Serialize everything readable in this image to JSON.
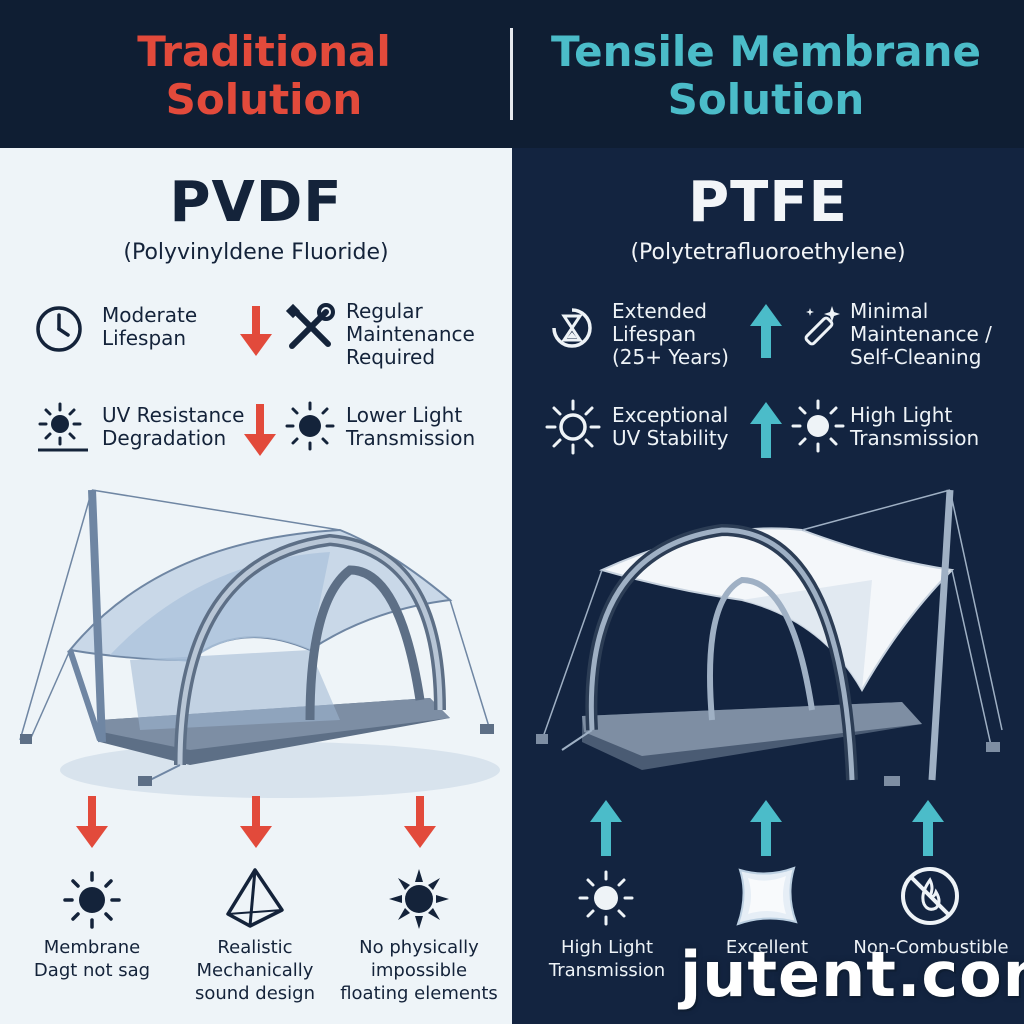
{
  "header": {
    "left_title": "Traditional\nSolution",
    "right_title": "Tensile Membrane\nSolution",
    "left_color": "#e24a3b",
    "right_color": "#4bbcc9"
  },
  "left": {
    "material": "PVDF",
    "material_full": "(Polyvinyldene Fluoride)",
    "features": [
      {
        "icon": "clock-icon",
        "text": "Moderate\nLifespan",
        "trend": "down"
      },
      {
        "icon": "wrench-screwdriver-icon",
        "text": "Regular\nMaintenance\nRequired",
        "trend": ""
      },
      {
        "icon": "uv-sun-icon",
        "text": "UV Resistance\nDegradation",
        "trend": "down"
      },
      {
        "icon": "dim-sun-icon",
        "text": "Lower Light\nTransmission",
        "trend": ""
      }
    ],
    "bottom": [
      {
        "icon": "sun-icon",
        "text": "Membrane\nDagt not sag",
        "trend": "down"
      },
      {
        "icon": "pyramid-icon",
        "text": "Realistic\nMechanically\nsound design",
        "trend": "down"
      },
      {
        "icon": "starburst-sun-icon",
        "text": "No physically\nimpossible\nfloating elements",
        "trend": "down"
      }
    ]
  },
  "right": {
    "material": "PTFE",
    "material_full": "(Polytetrafluoroethylene)",
    "features": [
      {
        "icon": "hourglass-icon",
        "text": "Extended\nLifespan\n(25+ Years)",
        "trend": "up"
      },
      {
        "icon": "magic-wand-icon",
        "text": "Minimal\nMaintenance /\nSelf-Cleaning",
        "trend": ""
      },
      {
        "icon": "bright-sun-icon",
        "text": "Exceptional\nUV Stability",
        "trend": "up"
      },
      {
        "icon": "light-sun-icon",
        "text": "High Light\nTransmission",
        "trend": ""
      }
    ],
    "bottom": [
      {
        "icon": "sun-icon",
        "text": "High Light\nTransmission",
        "trend": "up"
      },
      {
        "icon": "membrane-panel-icon",
        "text": "Excellent",
        "trend": "up"
      },
      {
        "icon": "non-combustible-icon",
        "text": "Non-Combustible",
        "trend": "up"
      }
    ]
  },
  "watermark": "jutent.com"
}
